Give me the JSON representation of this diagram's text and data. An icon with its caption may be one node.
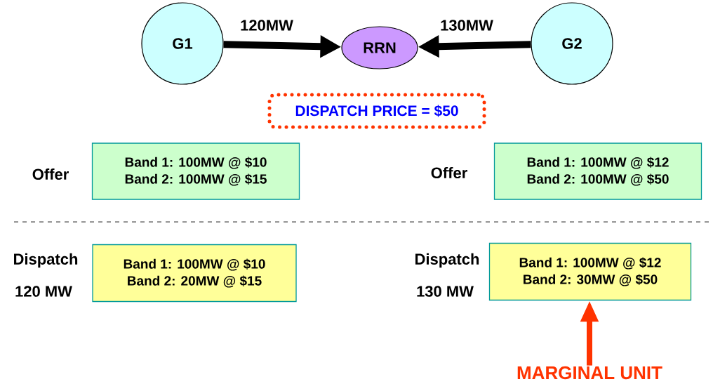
{
  "diagram": {
    "nodes": [
      {
        "text": [
          "G1"
        ]
      },
      {
        "text": [
          "RRN"
        ]
      },
      {
        "text": [
          "G2"
        ]
      },
      {
        "text": [
          "DISPATCH PRICE = $50"
        ]
      },
      {
        "text": [
          "Band 1: 100MW @ $10",
          "Band 2: 100MW @ $15"
        ],
        "beside": [
          "Offer"
        ]
      },
      {
        "text": [
          "Band 1: 100MW @ $12",
          "Band 2: 100MW @ $50"
        ],
        "beside": [
          "Offer"
        ]
      },
      {
        "text": [
          "Band 1: 100MW @ $10",
          "Band 2: 20MW @ $15"
        ],
        "beside": [
          "Dispatch",
          "120 MW"
        ]
      },
      {
        "text": [
          "Band 1: 100MW @ $12",
          "Band 2: 30MW @ $50"
        ],
        "beside": [
          "Dispatch",
          "130 MW"
        ]
      },
      {
        "text": [
          "MARGINAL UNIT"
        ]
      }
    ],
    "edges": [
      {
        "from": 0,
        "to": 1,
        "arrow": "to",
        "label": "120MW"
      },
      {
        "from": 2,
        "to": 1,
        "arrow": "to",
        "label": "130MW"
      },
      {
        "from": 8,
        "to": 7,
        "arrow": "to",
        "color": "#ff3300"
      }
    ]
  }
}
